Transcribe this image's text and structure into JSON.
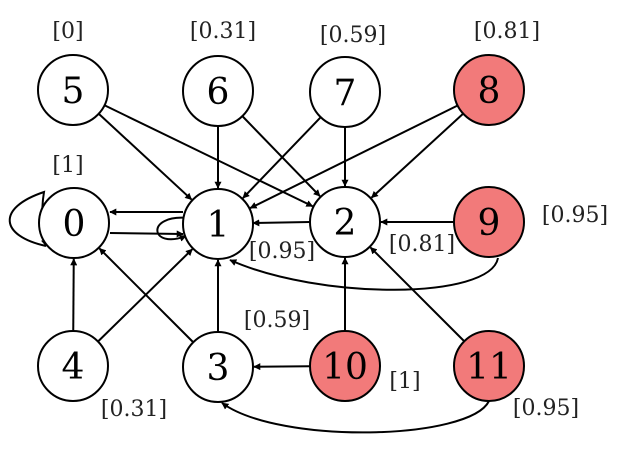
{
  "colors": {
    "node_fill": "#ffffff",
    "highlight_fill": "#f27a7a",
    "stroke": "#000000"
  },
  "nodes": [
    {
      "id": "0",
      "label": "0",
      "value": "[1]",
      "highlight": false
    },
    {
      "id": "1",
      "label": "1",
      "value": "[0.95]",
      "highlight": false
    },
    {
      "id": "2",
      "label": "2",
      "value": "[0.81]",
      "highlight": false
    },
    {
      "id": "3",
      "label": "3",
      "value": "[0.59]",
      "highlight": false
    },
    {
      "id": "4",
      "label": "4",
      "value": "[0.31]",
      "highlight": false
    },
    {
      "id": "5",
      "label": "5",
      "value": "[0]",
      "highlight": false
    },
    {
      "id": "6",
      "label": "6",
      "value": "[0.31]",
      "highlight": false
    },
    {
      "id": "7",
      "label": "7",
      "value": "[0.59]",
      "highlight": false
    },
    {
      "id": "8",
      "label": "8",
      "value": "[0.81]",
      "highlight": true
    },
    {
      "id": "9",
      "label": "9",
      "value": "[0.95]",
      "highlight": true
    },
    {
      "id": "10",
      "label": "10",
      "value": "[1]",
      "highlight": true
    },
    {
      "id": "11",
      "label": "11",
      "value": "[0.95]",
      "highlight": true
    }
  ],
  "edges": [
    {
      "from": "5",
      "to": "1"
    },
    {
      "from": "5",
      "to": "2"
    },
    {
      "from": "6",
      "to": "1"
    },
    {
      "from": "6",
      "to": "2"
    },
    {
      "from": "7",
      "to": "1"
    },
    {
      "from": "7",
      "to": "2"
    },
    {
      "from": "8",
      "to": "1"
    },
    {
      "from": "8",
      "to": "2"
    },
    {
      "from": "1",
      "to": "0"
    },
    {
      "from": "0",
      "to": "1"
    },
    {
      "from": "0",
      "to": "0"
    },
    {
      "from": "1",
      "to": "1"
    },
    {
      "from": "2",
      "to": "1"
    },
    {
      "from": "9",
      "to": "2"
    },
    {
      "from": "9",
      "to": "1"
    },
    {
      "from": "4",
      "to": "0"
    },
    {
      "from": "4",
      "to": "1"
    },
    {
      "from": "3",
      "to": "0"
    },
    {
      "from": "3",
      "to": "1"
    },
    {
      "from": "10",
      "to": "2"
    },
    {
      "from": "10",
      "to": "3"
    },
    {
      "from": "11",
      "to": "2"
    },
    {
      "from": "11",
      "to": "3"
    }
  ]
}
